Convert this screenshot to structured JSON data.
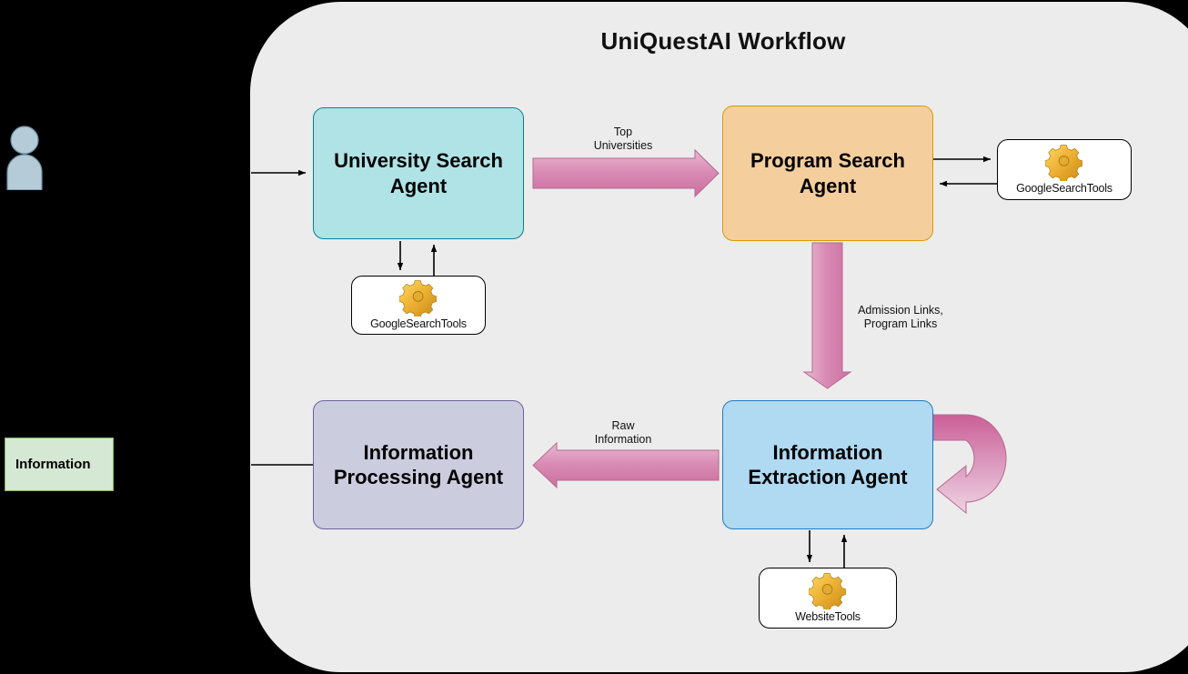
{
  "diagram": {
    "title": "UniQuestAI Workflow",
    "background_color": "#000000",
    "panel_color": "#ececec"
  },
  "agents": [
    {
      "id": "university-search",
      "line1": "University Search",
      "line2": "Agent",
      "fill": "#b0e3e6",
      "stroke": "#0e8088"
    },
    {
      "id": "program-search",
      "line1": "Program Search",
      "line2": "Agent",
      "fill": "#f5ce9e",
      "stroke": "#d79b00"
    },
    {
      "id": "information-processing",
      "line1": "Information",
      "line2": "Processing Agent",
      "fill": "#ccccdf",
      "stroke": "#6a5fa0"
    },
    {
      "id": "information-extraction",
      "line1": "Information",
      "line2": "Extraction Agent",
      "fill": "#b0d9f2",
      "stroke": "#1f7cc2"
    }
  ],
  "tools": [
    {
      "id": "google-search-tools-university",
      "label": "GoogleSearchTools",
      "icon": "gear-icon"
    },
    {
      "id": "google-search-tools-program",
      "label": "GoogleSearchTools",
      "icon": "gear-icon"
    },
    {
      "id": "website-tools",
      "label": "WebsiteTools",
      "icon": "gear-icon"
    }
  ],
  "edges": [
    {
      "id": "top-universities",
      "line1": "Top",
      "line2": "Universities",
      "direction": "right",
      "color": "#d173a5"
    },
    {
      "id": "admission-links",
      "line1": "Admission Links,",
      "line2": "Program Links",
      "direction": "down",
      "color": "#d173a5"
    },
    {
      "id": "raw-information",
      "line1": "Raw",
      "line2": "Information",
      "direction": "left",
      "color": "#d173a5"
    },
    {
      "id": "extraction-self-loop",
      "line1": "",
      "line2": "",
      "direction": "loop",
      "color": "#d173a5"
    }
  ],
  "external": {
    "actor": {
      "name": "user-actor",
      "color": "#b5cbd8"
    },
    "information_box": {
      "label": "Information",
      "fill": "#d5e8d4",
      "stroke": "#82b366"
    }
  }
}
